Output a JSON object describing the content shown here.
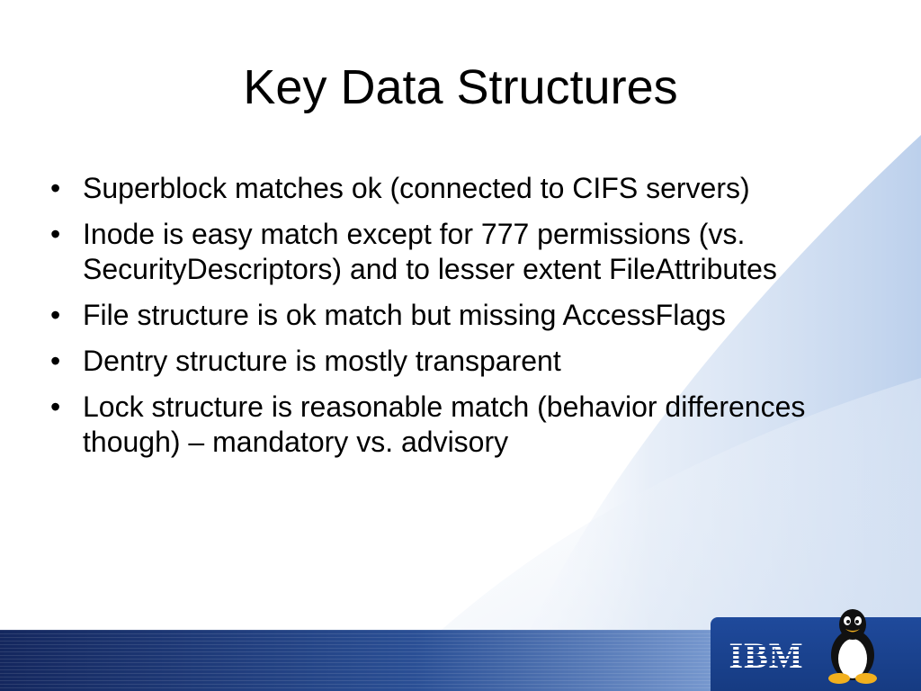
{
  "slide": {
    "title": "Key Data Structures",
    "bullet_symbol": "•",
    "bullets": [
      "Superblock matches ok (connected to CIFS servers)",
      "Inode is easy match except for 777 permissions (vs. SecurityDescriptors) and to lesser extent FileAttributes",
      "File structure is ok match but missing AccessFlags",
      "Dentry structure is mostly transparent",
      "Lock structure is reasonable match (behavior differences though) – mandatory vs. advisory"
    ]
  },
  "footer": {
    "logo_text": "IBM",
    "mascot_icon": "tux-penguin-icon"
  },
  "colors": {
    "background_swoosh": "#c6d6ee",
    "footer_dark": "#14275e",
    "logo_box": "#1f4a9c"
  }
}
